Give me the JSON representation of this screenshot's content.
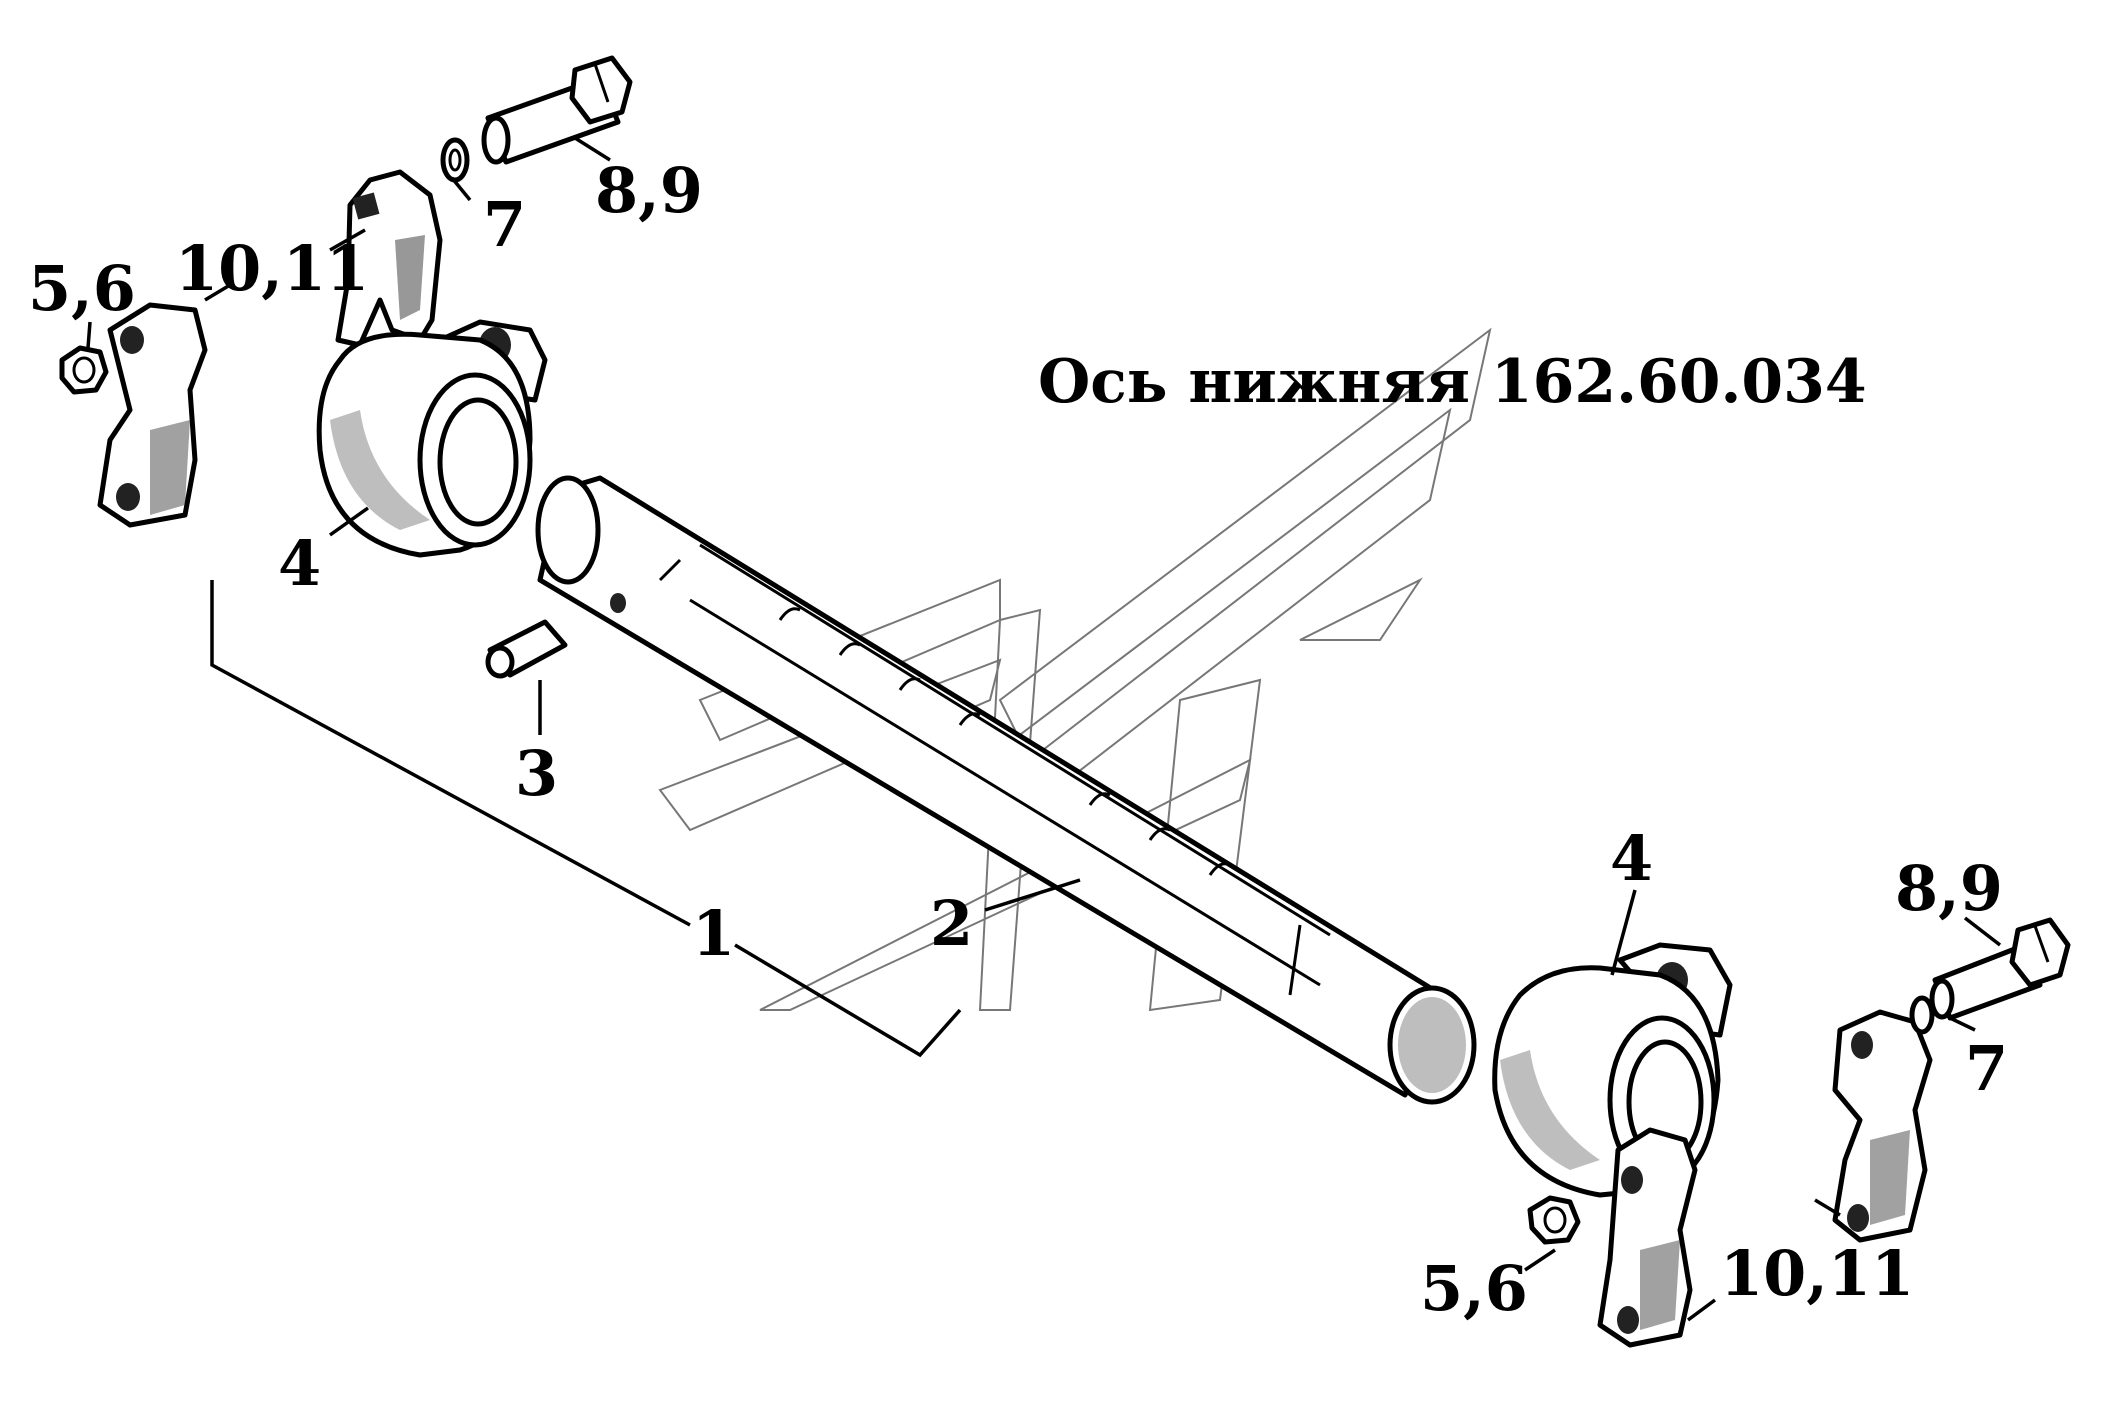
{
  "title": "Ось нижняя 162.60.034",
  "labels": {
    "p1": "1",
    "p2": "2",
    "p3": "3",
    "p4_left": "4",
    "p4_right": "4",
    "p56_left": "5,6",
    "p56_right": "5,6",
    "p7_left": "7",
    "p7_right": "7",
    "p89_left": "8,9",
    "p89_right": "8,9",
    "p1011_left": "10,11",
    "p1011_right": "10,11"
  }
}
